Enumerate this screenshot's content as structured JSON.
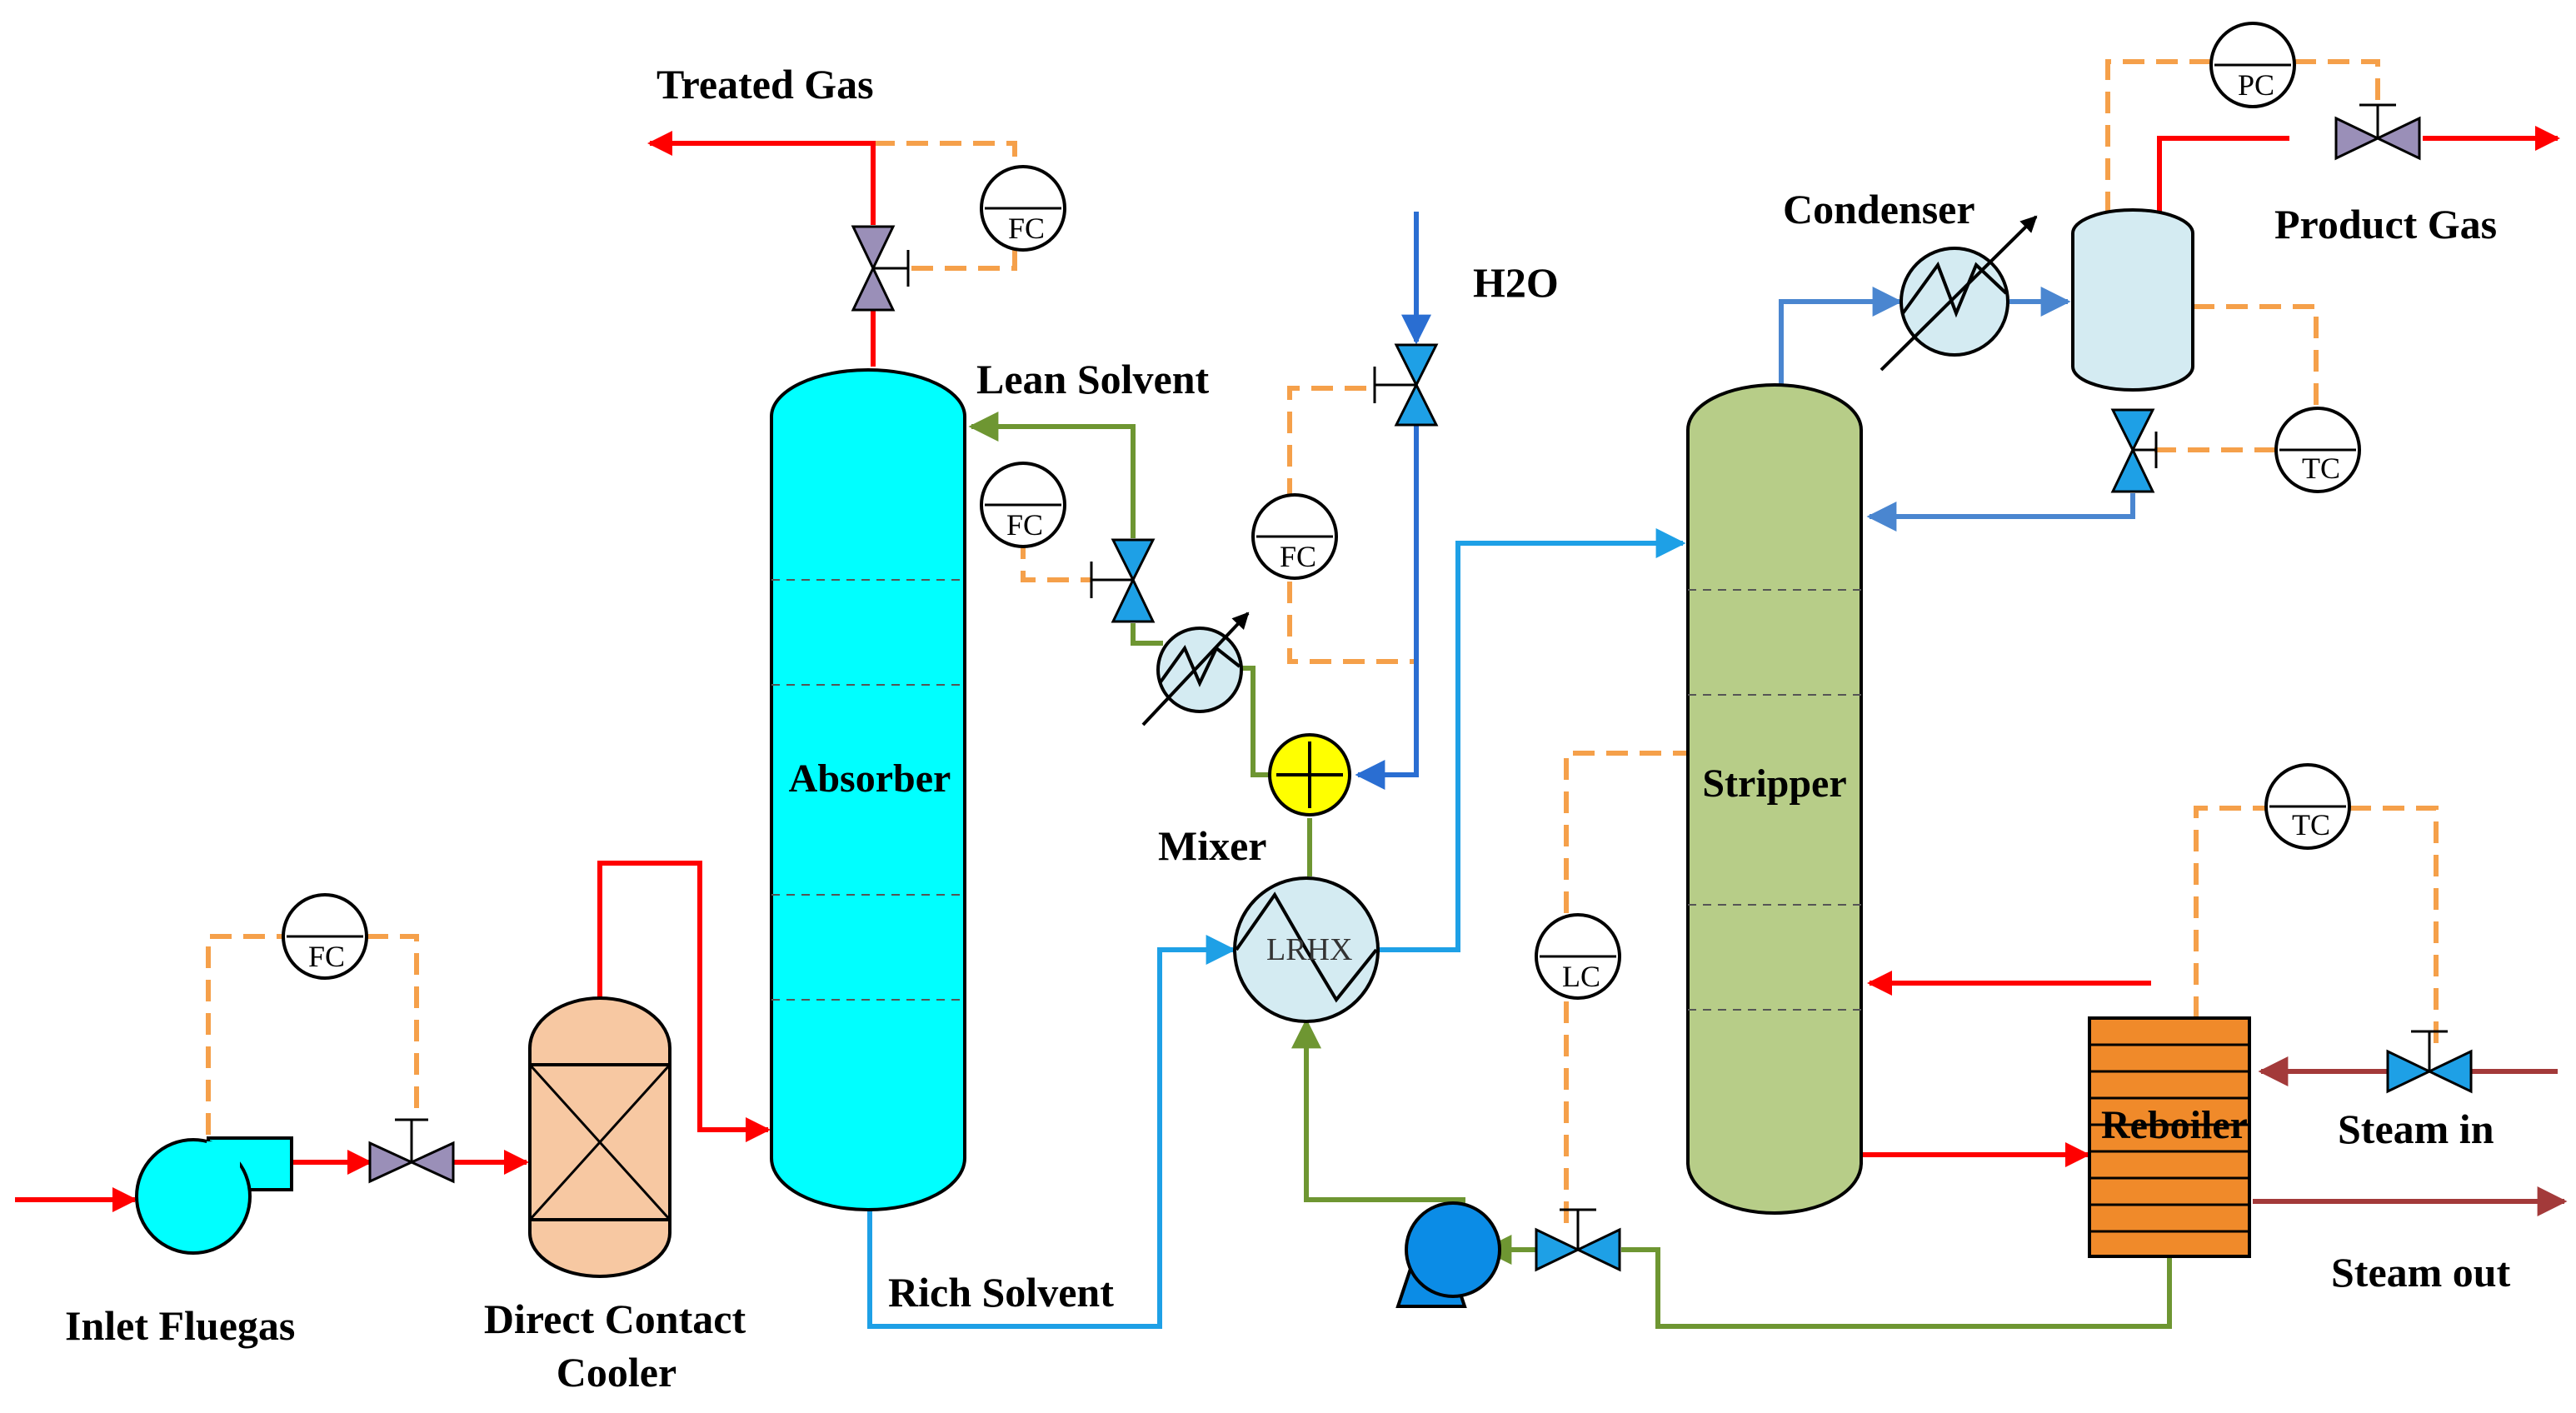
{
  "colors": {
    "flue_gas_stream": "#ff0000",
    "rich_solvent_stream": "#1ea0e6",
    "lean_solvent_stream": "#6e9632",
    "water_stream": "#2a6ed2",
    "stripper_vapor_stream": "#4a86d0",
    "steam_stream": "#a33a3a",
    "control_signal": "#f5a04a",
    "absorber_fill": "#00ffff",
    "stripper_fill": "#b7cd88",
    "cooler_fill": "#f7c8a2",
    "reboiler_fill": "#f08a2a",
    "mixer_fill": "#ffff00",
    "valve_gray": "#9a8fb8",
    "valve_blue": "#1ea0e6"
  },
  "labels": {
    "treated_gas": "Treated Gas",
    "lean_solvent": "Lean Solvent",
    "h2o": "H2O",
    "condenser": "Condenser",
    "product_gas": "Product Gas",
    "absorber": "Absorber",
    "stripper": "Stripper",
    "mixer": "Mixer",
    "lrhx": "LRHX",
    "reboiler": "Reboiler",
    "steam_in": "Steam in",
    "steam_out": "Steam out",
    "rich_solvent": "Rich Solvent",
    "inlet_fluegas": "Inlet Fluegas",
    "dcc_line1": "Direct Contact",
    "dcc_line2": "Cooler"
  },
  "controllers": {
    "treated_gas_fc": "FC",
    "lean_solvent_fc": "FC",
    "h2o_fc": "FC",
    "inlet_fc": "FC",
    "pressure_pc": "PC",
    "condenser_tc": "TC",
    "reboiler_tc": "TC",
    "level_lc": "LC"
  }
}
